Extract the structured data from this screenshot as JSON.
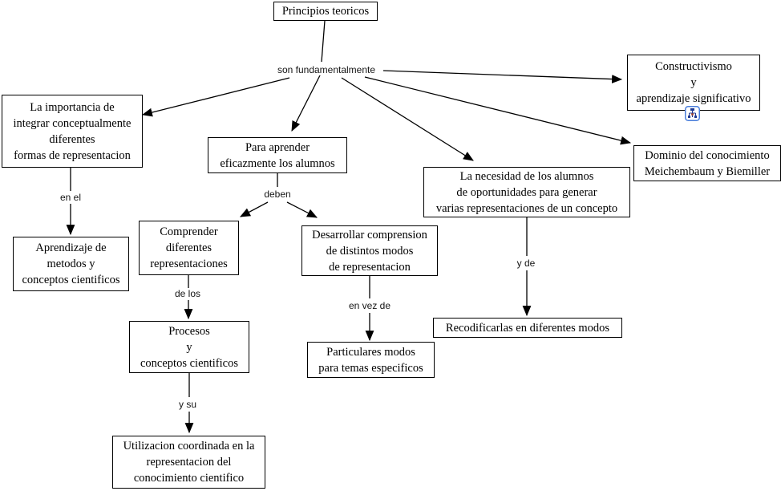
{
  "nodes": {
    "principios": "Principios teoricos",
    "importancia": "La importancia de\nintegrar conceptualmente\ndiferentes\nformas de representacion",
    "para_aprender": "Para aprender\neficazmente los alumnos",
    "constructivismo": "Constructivismo\ny\naprendizaje significativo",
    "dominio": "Dominio del conocimiento\nMeichembaum y Biemiller",
    "necesidad": "La necesidad de los alumnos\nde oportunidades para generar\nvarias representaciones de un concepto",
    "aprendizaje": "Aprendizaje de\nmetodos y\nconceptos cientificos",
    "comprender": "Comprender\ndiferentes\nrepresentaciones",
    "desarrollar": "Desarrollar comprension\nde distintos modos\nde representacion",
    "procesos": "Procesos\ny\nconceptos cientificos",
    "particulares": "Particulares modos\npara temas especificos",
    "recodificarlas": "Recodificarlas en diferentes modos",
    "utilizacion": "Utilizacion coordinada en la\nrepresentacion del\nconocimiento cientifico"
  },
  "links": {
    "son_fundamentalmente": "son fundamentalmente",
    "en_el": "en el",
    "deben": "deben",
    "de_los": "de los",
    "y_su": "y su",
    "en_vez_de": "en vez de",
    "y_de": "y de"
  },
  "icons": {
    "submap": "submap-link-icon"
  },
  "colors": {
    "background": "#ffffff",
    "line": "#000000",
    "node_border": "#000000",
    "icon_border": "#4a7edb",
    "icon_node_blue": "#1f3a93",
    "icon_node_red": "#a0402a"
  }
}
